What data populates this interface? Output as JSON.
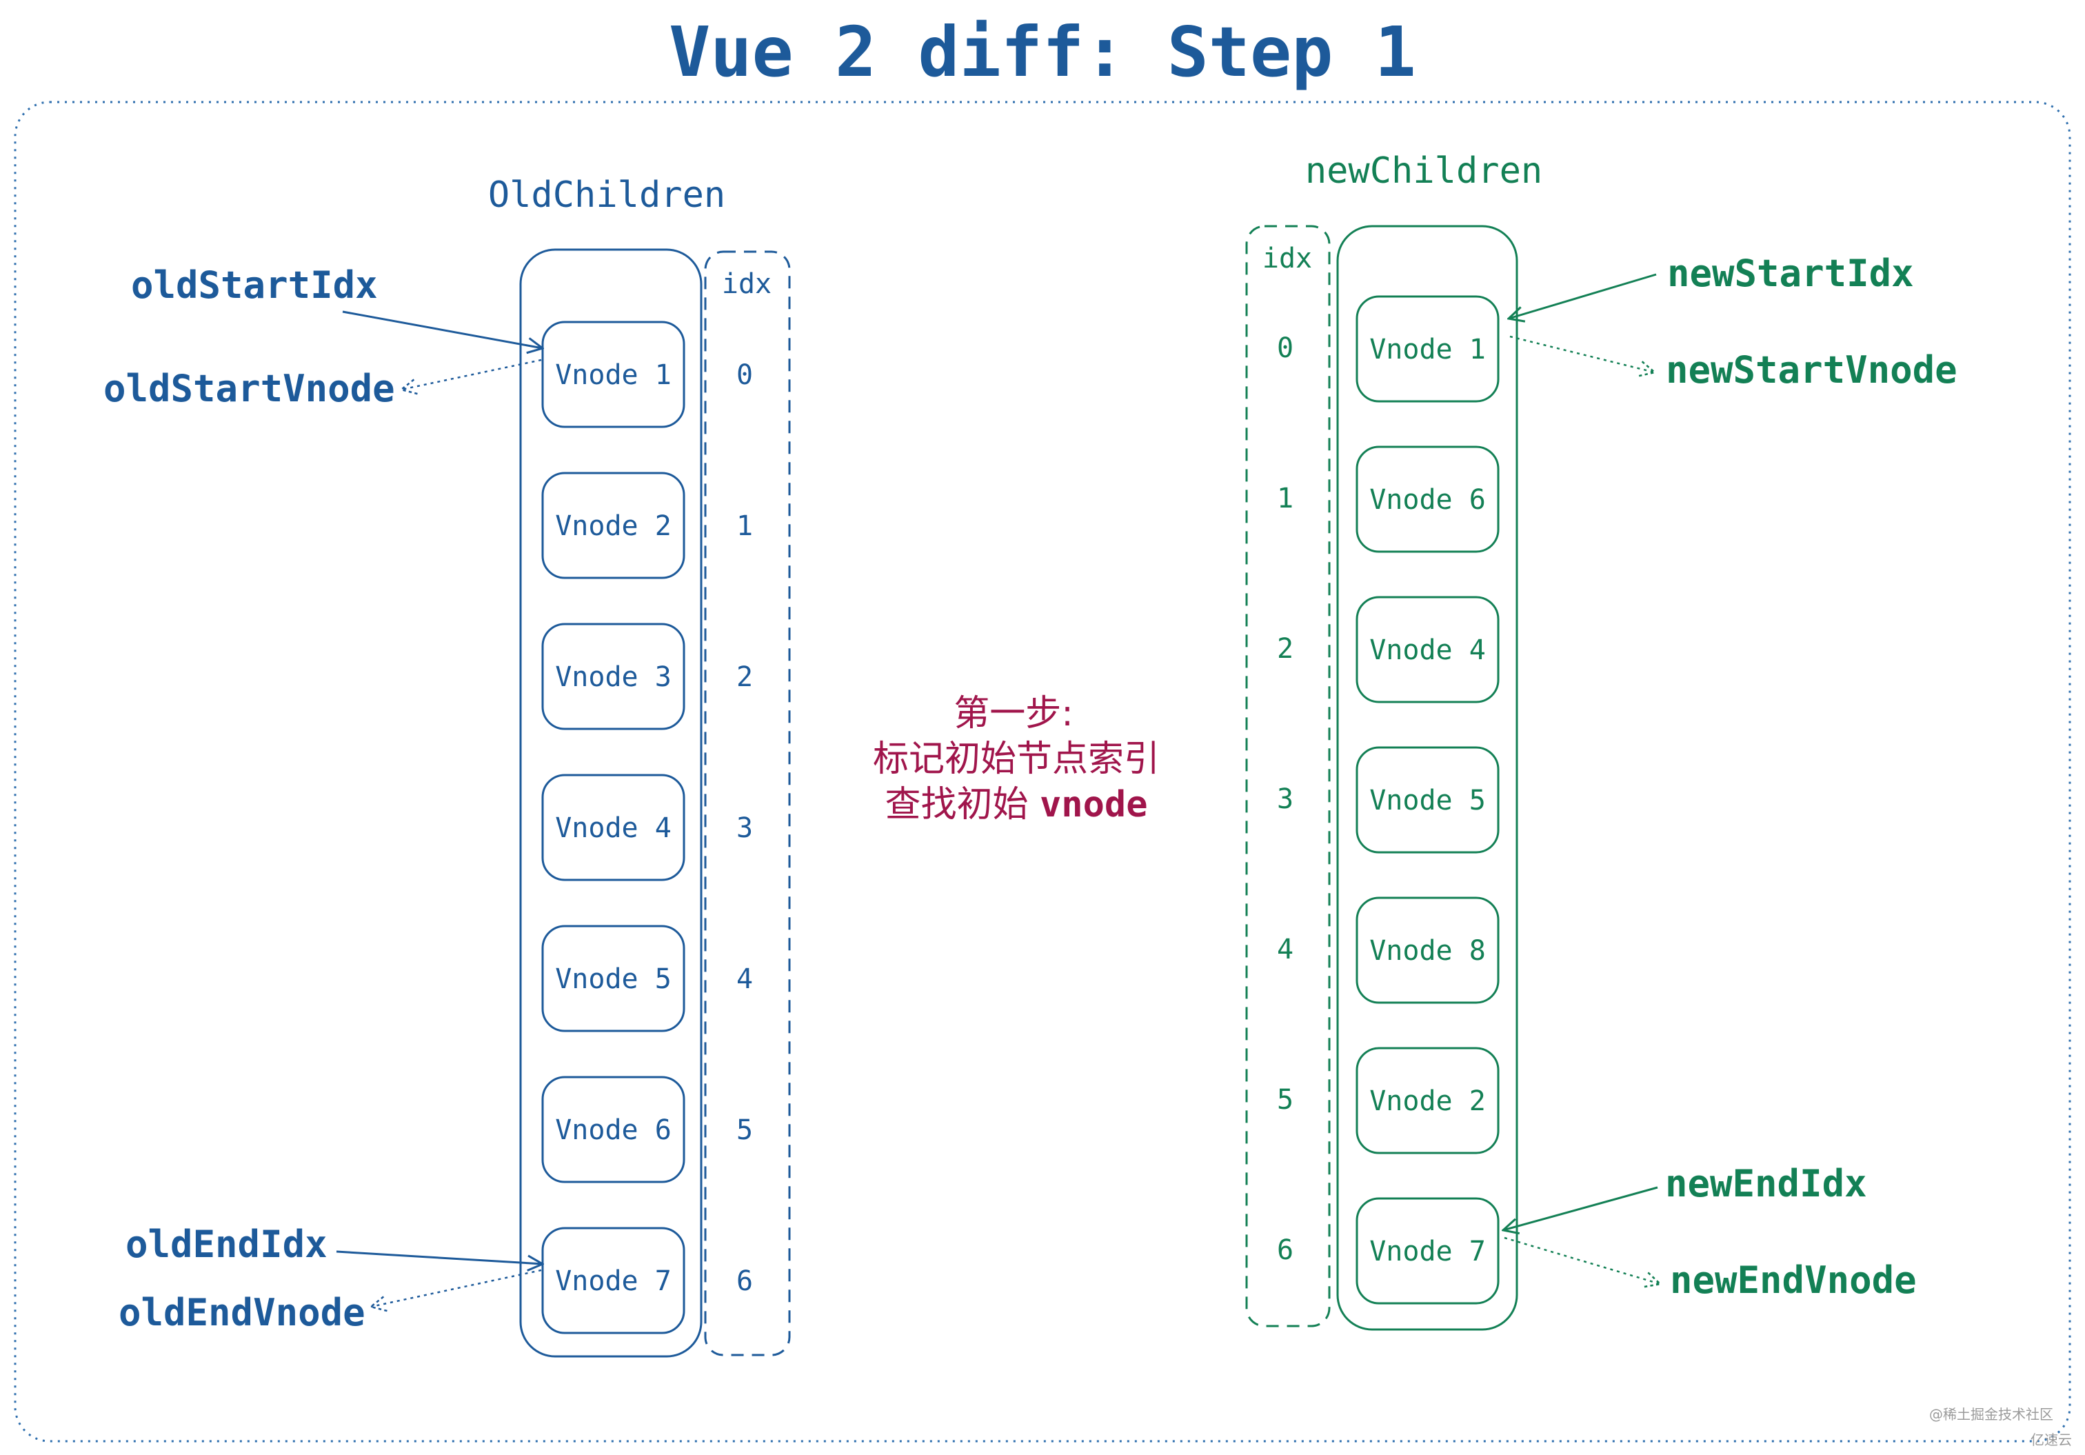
{
  "title": "Vue 2 diff: Step 1",
  "colors": {
    "blue": "#1d5a9a",
    "green": "#138055",
    "crimson": "#a0154b",
    "frame": "#2f6fae",
    "watermark": "#9a9a9a"
  },
  "old": {
    "heading": "OldChildren",
    "idx_header": "idx",
    "nodes": [
      "Vnode 1",
      "Vnode 2",
      "Vnode 3",
      "Vnode 4",
      "Vnode 5",
      "Vnode 6",
      "Vnode 7"
    ],
    "indices": [
      "0",
      "1",
      "2",
      "3",
      "4",
      "5",
      "6"
    ],
    "pointers": {
      "start_idx": "oldStartIdx",
      "start_vnode": "oldStartVnode",
      "end_idx": "oldEndIdx",
      "end_vnode": "oldEndVnode"
    }
  },
  "new": {
    "heading": "newChildren",
    "idx_header": "idx",
    "nodes": [
      "Vnode 1",
      "Vnode 6",
      "Vnode 4",
      "Vnode 5",
      "Vnode 8",
      "Vnode 2",
      "Vnode 7"
    ],
    "indices": [
      "0",
      "1",
      "2",
      "3",
      "4",
      "5",
      "6"
    ],
    "pointers": {
      "start_idx": "newStartIdx",
      "start_vnode": "newStartVnode",
      "end_idx": "newEndIdx",
      "end_vnode": "newEndVnode"
    }
  },
  "note": {
    "line1": "第一步:",
    "line2": "标记初始节点索引",
    "line3_prefix": "查找初始 ",
    "line3_code": "vnode"
  },
  "watermark": {
    "line1": "@稀土掘金技术社区",
    "line2": "亿速云"
  }
}
